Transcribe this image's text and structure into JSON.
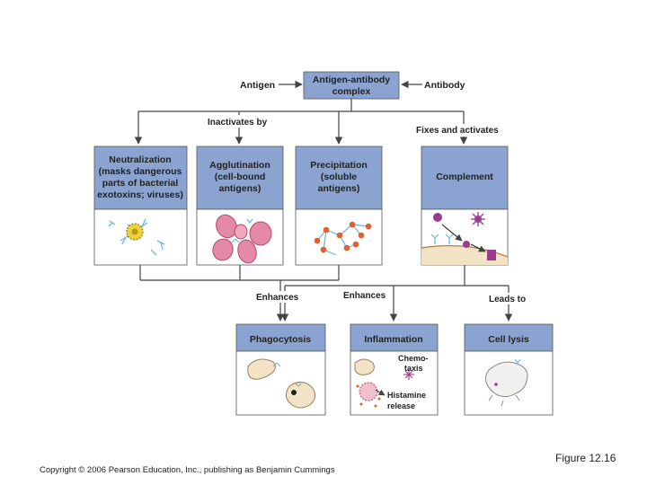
{
  "center": {
    "antigen": "Antigen",
    "complex_lines": [
      "Antigen-antibody",
      "complex"
    ],
    "antibody": "Antibody"
  },
  "flow_labels": {
    "inactivates_by": "Inactivates by",
    "fixes_and_activates": "Fixes and activates",
    "enhances_left": "Enhances",
    "enhances_right": "Enhances",
    "leads_to": "Leads to"
  },
  "mechanisms": {
    "neutralization": [
      "Neutralization",
      "(masks dangerous",
      "parts of bacterial",
      "exotoxins; viruses)"
    ],
    "agglutination": [
      "Agglutination",
      "(cell-bound",
      "antigens)"
    ],
    "precipitation": [
      "Precipitation",
      "(soluble",
      "antigens)"
    ],
    "complement": [
      "Complement"
    ]
  },
  "outcomes": {
    "phagocytosis": "Phagocytosis",
    "inflammation": "Inflammation",
    "cell_lysis": "Cell lysis",
    "chemotaxis_lines": [
      "Chemo-",
      "taxis"
    ],
    "histamine_lines": [
      "Histamine",
      "release"
    ]
  },
  "colors": {
    "header_blue": "#8ba3d0",
    "arrow": "#444444",
    "virus_yellow": "#ebd23c",
    "rbc_pink": "#e58aa6",
    "antigen_orange": "#e0602e",
    "complement_purple": "#9a3b8c",
    "membrane_tan": "#f2e3c6",
    "antibody_blue": "#6fb3dc"
  },
  "footer": {
    "copyright": "Copyright © 2006 Pearson Education, Inc., publishing as Benjamin Cummings",
    "figure": "Figure 12.16"
  }
}
